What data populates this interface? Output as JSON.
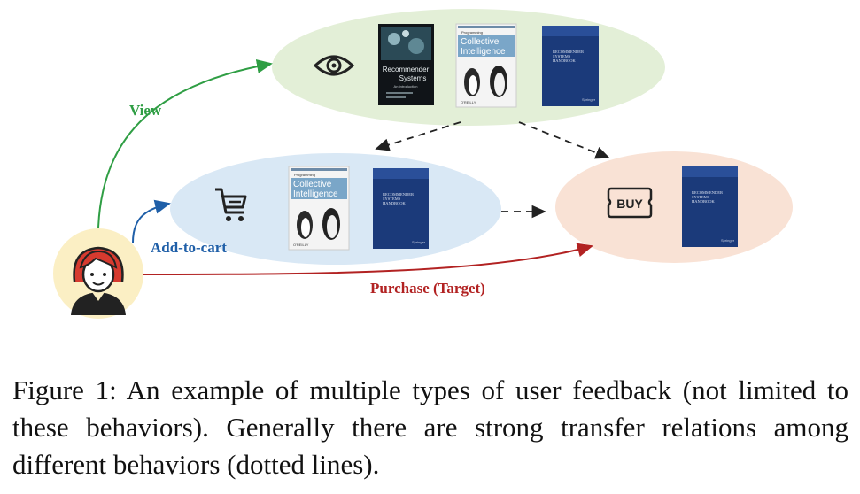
{
  "colors": {
    "view": "#2f9e44",
    "add_to_cart": "#1f5fa8",
    "purchase": "#b22222",
    "view_ellipse": "#e3efd7",
    "cart_ellipse": "#d9e8f5",
    "buy_ellipse": "#f9e2d5",
    "avatar_bg": "#fbefc4",
    "book_navy": "#1b3a7a"
  },
  "diagram": {
    "edges": {
      "view": "View",
      "add_to_cart": "Add-to-cart",
      "purchase": "Purchase (Target)"
    },
    "buy_label": "BUY",
    "icons": [
      "eye-icon",
      "shopping-cart-icon",
      "buy-ticket-icon",
      "user-avatar-icon"
    ],
    "books": {
      "recommender_systems": {
        "title": "Recommender",
        "title2": "Systems",
        "subtitle": "An Introduction"
      },
      "collective_intelligence": {
        "top": "Programming",
        "title": "Collective",
        "title2": "Intelligence",
        "publisher": "O'REILLY"
      },
      "handbook": {
        "line1": "RECOMMENDER",
        "line2": "SYSTEMS",
        "line3": "HANDBOOK",
        "publisher": "Springer"
      }
    }
  },
  "caption": "Figure 1: An example of multiple types of user feedback (not limited to these behaviors). Generally there are strong transfer relations among different behaviors (dotted lines)."
}
